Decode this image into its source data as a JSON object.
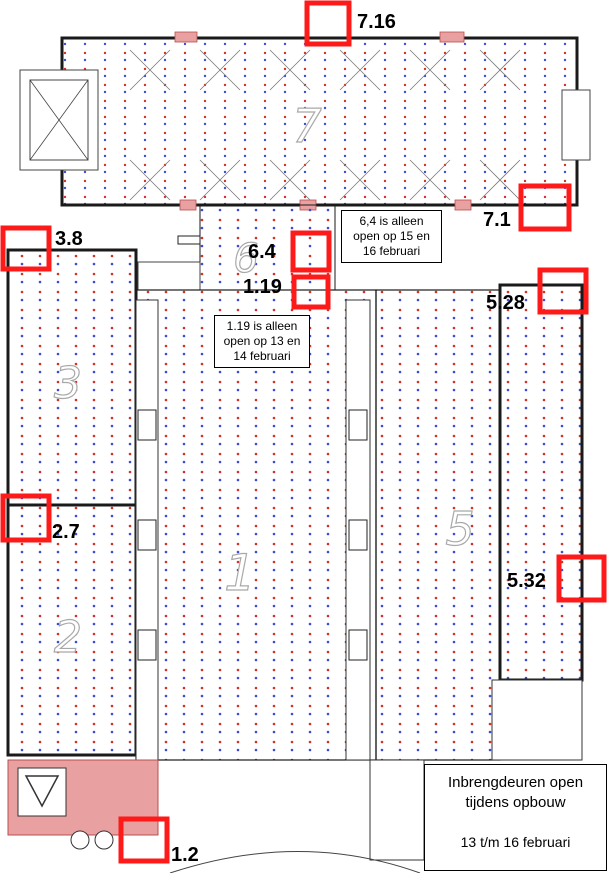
{
  "halls": [
    {
      "number": "7"
    },
    {
      "number": "6"
    },
    {
      "number": "3"
    },
    {
      "number": "1"
    },
    {
      "number": "5"
    },
    {
      "number": "2"
    }
  ],
  "doors": [
    {
      "id": "7.16"
    },
    {
      "id": "3.8"
    },
    {
      "id": "6.4"
    },
    {
      "id": "7.1"
    },
    {
      "id": "1.19"
    },
    {
      "id": "5.28"
    },
    {
      "id": "2.7"
    },
    {
      "id": "5.32"
    },
    {
      "id": "1.2"
    }
  ],
  "notes": {
    "door_6_4": [
      "6,4 is alleen",
      "open op 15 en",
      "16 februari"
    ],
    "door_1_19": [
      "1.19 is alleen",
      "open op 13 en",
      "14 februari"
    ]
  },
  "legend": {
    "title_line1": "Inbrengdeuren open",
    "title_line2": "tijdens opbouw",
    "dates": "13 t/m 16 februari"
  },
  "colors": {
    "door_highlight": "#ff1a1a",
    "walls": "#1a1a1a",
    "grid_dots_red": "#d0312d",
    "grid_dots_blue": "#3b4bd6",
    "entrance_area": "#e8a0a0",
    "hall_number_outline": "#a9a9a9"
  }
}
